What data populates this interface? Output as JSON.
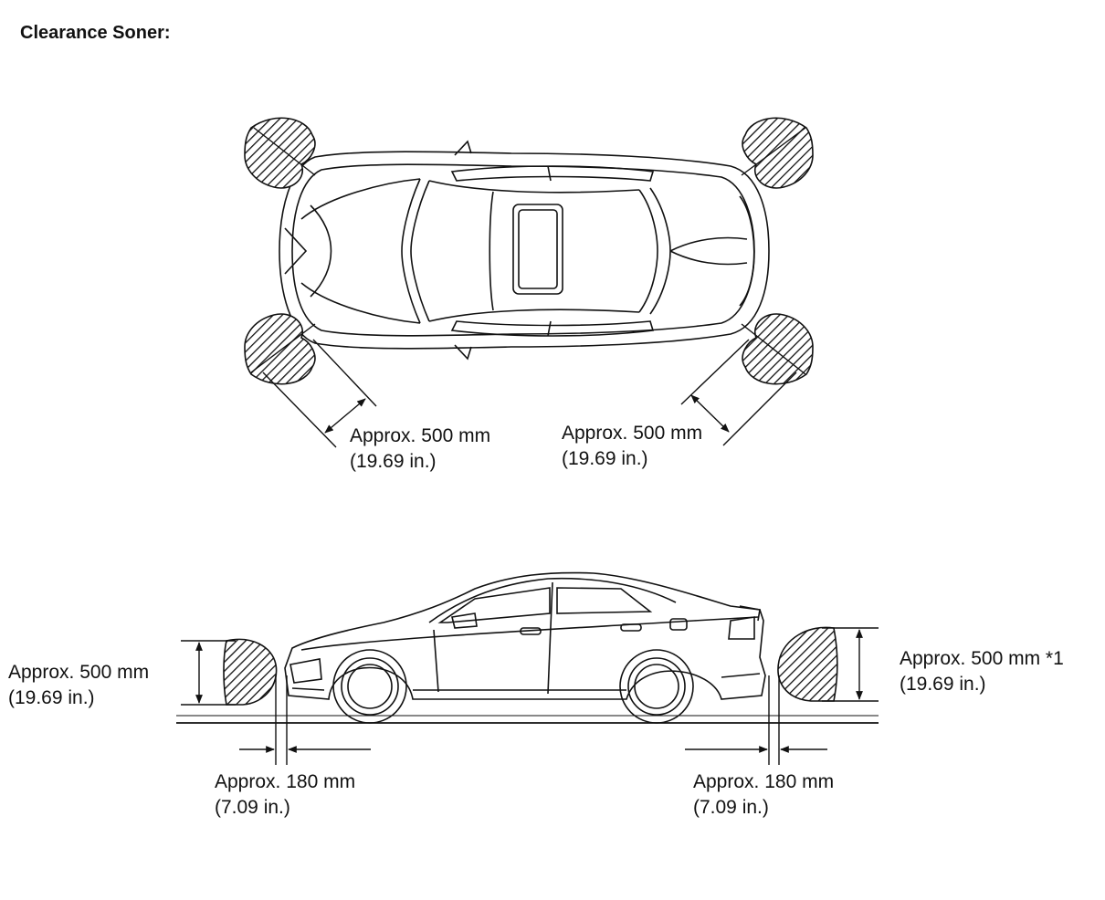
{
  "title": "Clearance Soner:",
  "top_view": {
    "front_left": {
      "line1": "Approx. 500 mm",
      "line2": "(19.69 in.)"
    },
    "rear_right": {
      "line1": "Approx. 500 mm",
      "line2": "(19.69 in.)"
    }
  },
  "side_view": {
    "height_left": {
      "line1": "Approx. 500 mm",
      "line2": "(19.69 in.)"
    },
    "height_right": {
      "line1": "Approx. 500 mm *1",
      "line2": "(19.69 in.)"
    },
    "offset_front": {
      "line1": "Approx. 180 mm",
      "line2": "(7.09 in.)"
    },
    "offset_rear": {
      "line1": "Approx. 180 mm",
      "line2": "(7.09 in.)"
    }
  }
}
